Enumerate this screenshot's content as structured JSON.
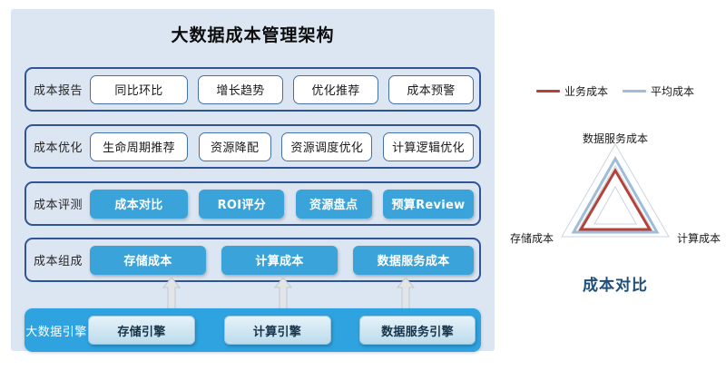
{
  "architecture": {
    "title": "大数据成本管理架构",
    "rows": [
      {
        "id": "cost-report",
        "label": "成本报告",
        "style": "outline",
        "items": [
          "同比环比",
          "增长趋势",
          "优化推荐",
          "成本预警"
        ]
      },
      {
        "id": "cost-optimize",
        "label": "成本优化",
        "style": "outline",
        "items": [
          "生命周期推荐",
          "资源降配",
          "资源调度优化",
          "计算逻辑优化"
        ]
      },
      {
        "id": "cost-assess",
        "label": "成本评测",
        "style": "solid",
        "items": [
          "成本对比",
          "ROI评分",
          "资源盘点",
          "预算Review"
        ]
      },
      {
        "id": "cost-compose",
        "label": "成本组成",
        "style": "solid",
        "items": [
          "存储成本",
          "计算成本",
          "数据服务成本"
        ]
      }
    ],
    "engine": {
      "id": "bigdata-engine",
      "label": "大数据引擎",
      "style": "light",
      "items": [
        "存储引擎",
        "计算引擎",
        "数据服务引擎"
      ]
    },
    "connectors": [
      "arrow-up-storage",
      "arrow-up-compute",
      "arrow-up-dataservice"
    ]
  },
  "colors": {
    "panel_background": "#dce6f2",
    "row_border": "#2f5597",
    "chip_solid": "#3aa3da",
    "engine_band": "#2ea3e0",
    "chip_light_top": "#e6f2f8",
    "chip_light_bottom": "#bcdcec",
    "radar_title": "#1f4e79",
    "series_business": "#b5423a",
    "series_average": "#9dbdd8",
    "grid": "#c8d6e2"
  },
  "chart_data": {
    "type": "radar",
    "title": "成本对比",
    "categories": [
      "数据服务成本",
      "计算成本",
      "存储成本"
    ],
    "legend": [
      "业务成本",
      "平均成本"
    ],
    "legend_position": "top",
    "rmax": 100,
    "grid_levels": [
      40,
      70,
      100
    ],
    "grid": true,
    "series": [
      {
        "name": "业务成本",
        "color": "#b5423a",
        "values": [
          62,
          66,
          64
        ]
      },
      {
        "name": "平均成本",
        "color": "#9dbdd8",
        "values": [
          76,
          72,
          74
        ]
      }
    ]
  }
}
